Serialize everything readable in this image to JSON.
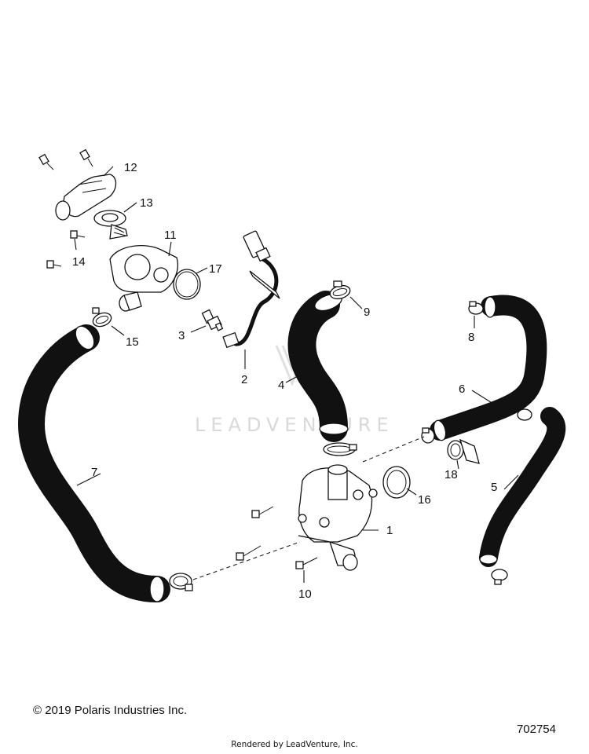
{
  "watermark": "LEADVENTURE",
  "callouts": {
    "c1": "1",
    "c2": "2",
    "c3": "3",
    "c4": "4",
    "c5": "5",
    "c6": "6",
    "c7": "7",
    "c8": "8",
    "c9": "9",
    "c10": "10",
    "c11": "11",
    "c12": "12",
    "c13": "13",
    "c14": "14",
    "c15": "15",
    "c16": "16",
    "c17": "17",
    "c18": "18"
  },
  "footer": {
    "copyright": "© 2019 Polaris Industries Inc.",
    "figure_number": "702754",
    "rendered_by": "Rendered by LeadVenture, Inc."
  }
}
